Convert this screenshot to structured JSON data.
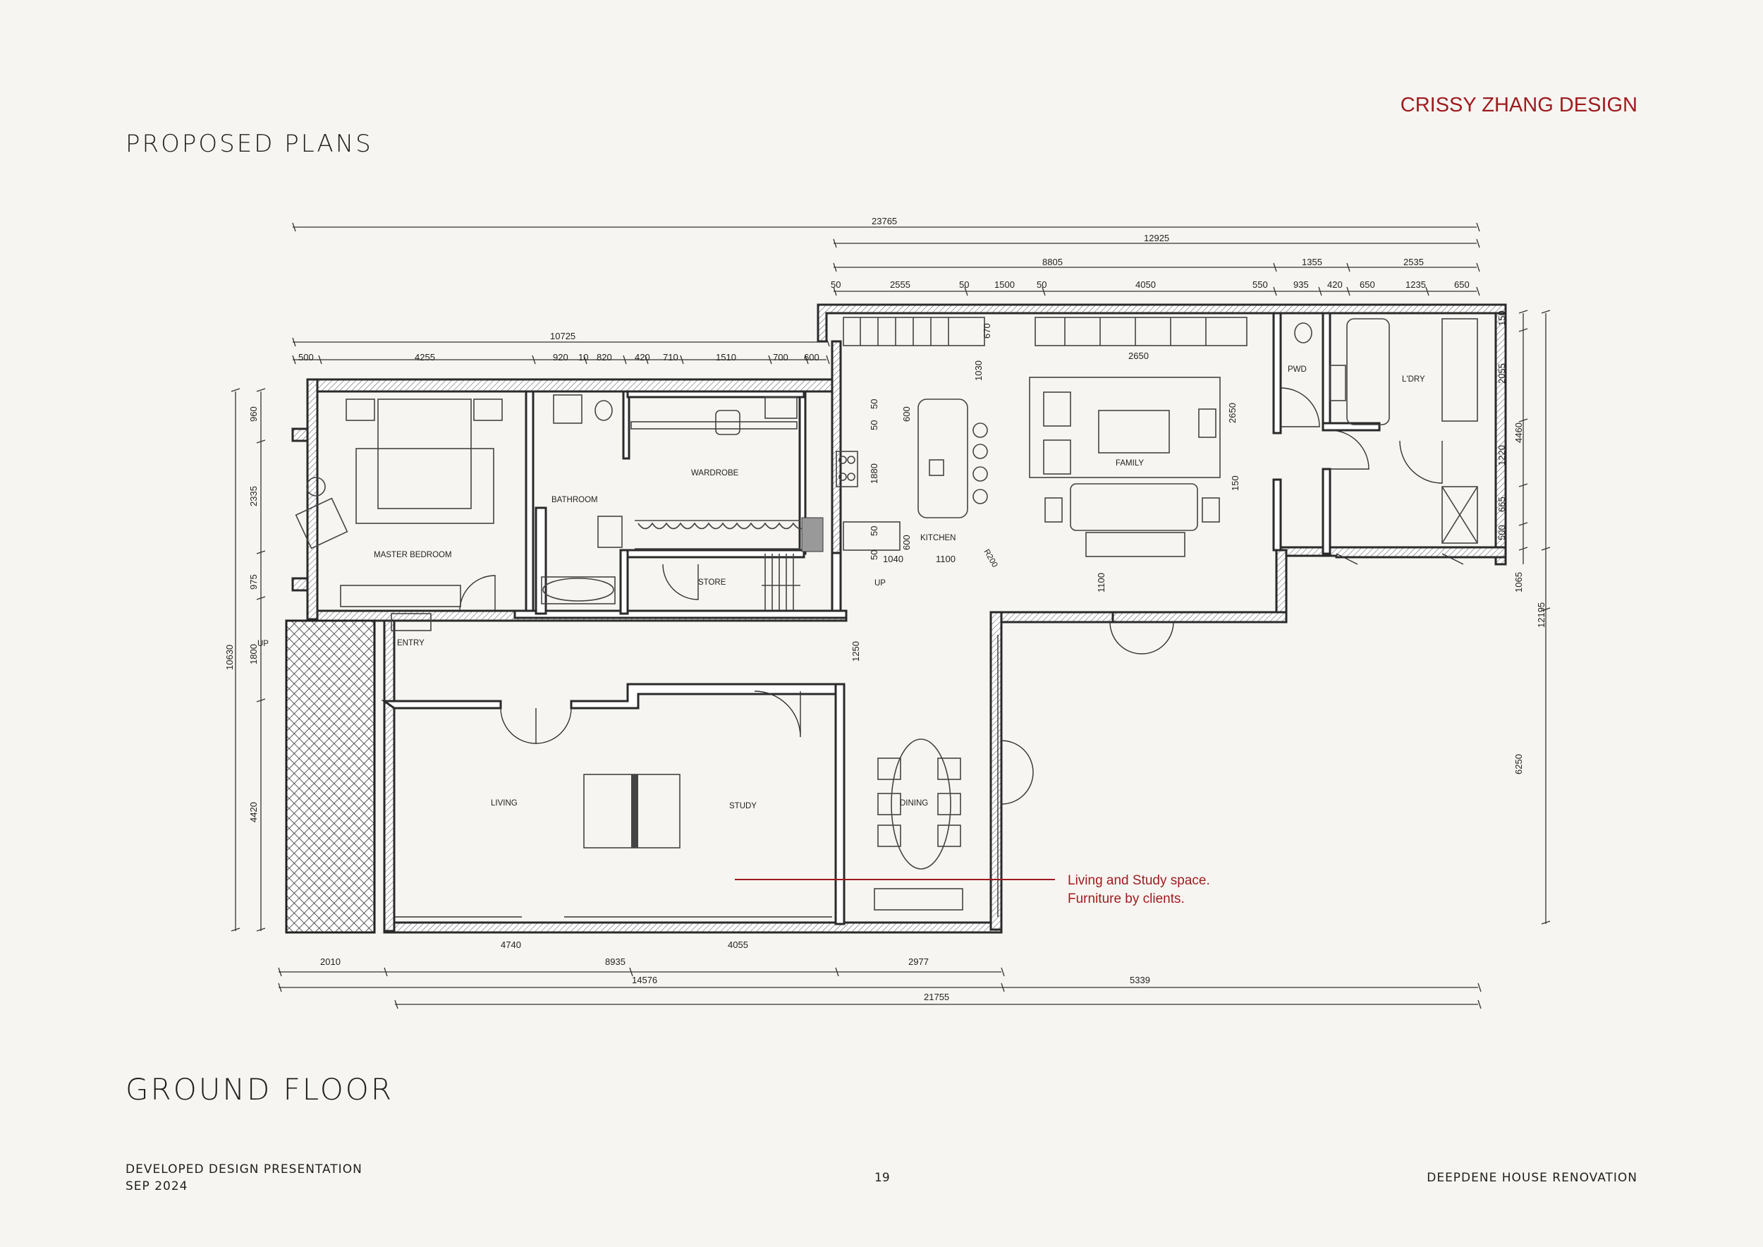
{
  "header": {
    "section_title": "PROPOSED PLANS",
    "brand": "CRISSY ZHANG DESIGN"
  },
  "plan": {
    "floor_title": "GROUND FLOOR",
    "rooms": {
      "master_bedroom": "MASTER BEDROOM",
      "bathroom": "BATHROOM",
      "wardrobe": "WARDROBE",
      "store": "STORE",
      "kitchen": "KITCHEN",
      "family": "FAMILY",
      "pwd": "PWD",
      "laundry": "L'DRY",
      "entry": "ENTRY",
      "living": "LIVING",
      "study": "STUDY",
      "dining": "DINING"
    },
    "stair_labels": {
      "up_entry": "UP",
      "up_store": "UP"
    },
    "radius_label": "R200",
    "annotation": {
      "line1": "Living and Study space.",
      "line2": "Furniture by clients."
    },
    "dimensions": {
      "overall_top": "23765",
      "rear_top": "12925",
      "kitchen_family_run": "8805",
      "pwd_run": "1355",
      "laundry_run": "2535",
      "seg_a": [
        "50",
        "2555",
        "50",
        "1500",
        "50",
        "4050",
        "550"
      ],
      "seg_b": [
        "935",
        "420",
        "650",
        "1235",
        "650"
      ],
      "front_top": "10725",
      "front_segs": [
        "500",
        "4255",
        "920",
        "10",
        "820",
        "420",
        "710",
        "1510",
        "700",
        "600"
      ],
      "family_table": "2650",
      "kitchen_h": [
        "600",
        "1880",
        "600"
      ],
      "kitchen_50s": [
        "50",
        "50",
        "50",
        "50"
      ],
      "kitchen_w": [
        "1040",
        "1100"
      ],
      "misc": [
        "670",
        "1030",
        "2650",
        "150",
        "1100",
        "1250"
      ],
      "left_side": [
        "960",
        "2335",
        "975",
        "10630",
        "1800",
        "4420"
      ],
      "right_side": [
        "150",
        "2055",
        "4460",
        "1220",
        "665",
        "500",
        "1065",
        "12195",
        "6250"
      ],
      "bottom_row1": [
        "2010",
        "4740",
        "8935",
        "4055",
        "2977"
      ],
      "bottom_row2": [
        "14576",
        "5339"
      ],
      "bottom_row3": "21755"
    }
  },
  "footer": {
    "left_line1": "DEVELOPED DESIGN PRESENTATION",
    "left_line2": "SEP 2024",
    "page_number": "19",
    "project": "DEEPDENE HOUSE RENOVATION"
  }
}
